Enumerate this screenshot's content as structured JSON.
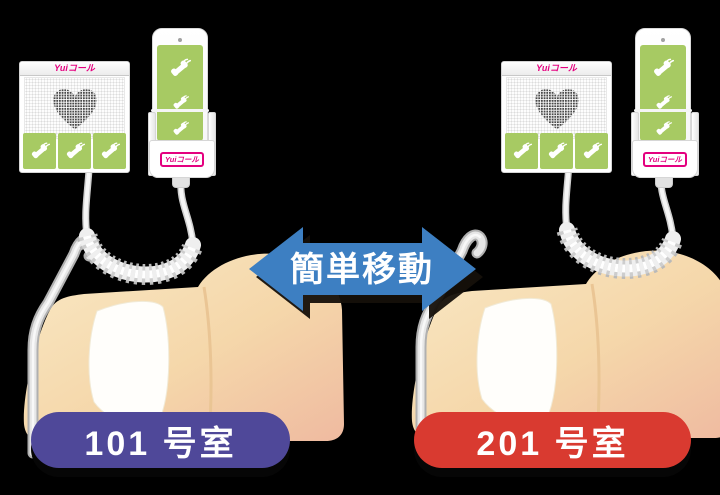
{
  "background_color": "#000000",
  "brand": {
    "logo_text": "Yuiコール",
    "logo_color": "#e4007f"
  },
  "arrow": {
    "label": "簡単移動",
    "fill_color": "#3d7fc2",
    "text_color": "#ffffff"
  },
  "rooms": [
    {
      "side": "left",
      "label": "101 号室",
      "pill_color": "#4f4899"
    },
    {
      "side": "right",
      "label": "201 号室",
      "pill_color": "#d93a30"
    }
  ],
  "device_colors": {
    "button_green": "#a7ca63",
    "heart_dot_gray": "#4a4a4a",
    "bed_beige": "#f7e0b4",
    "bed_peach": "#f0bda2"
  },
  "icons": {
    "call_buttons": "phone-handset-with-waves-icon",
    "speaker": "heart-dot-matrix-grille"
  }
}
